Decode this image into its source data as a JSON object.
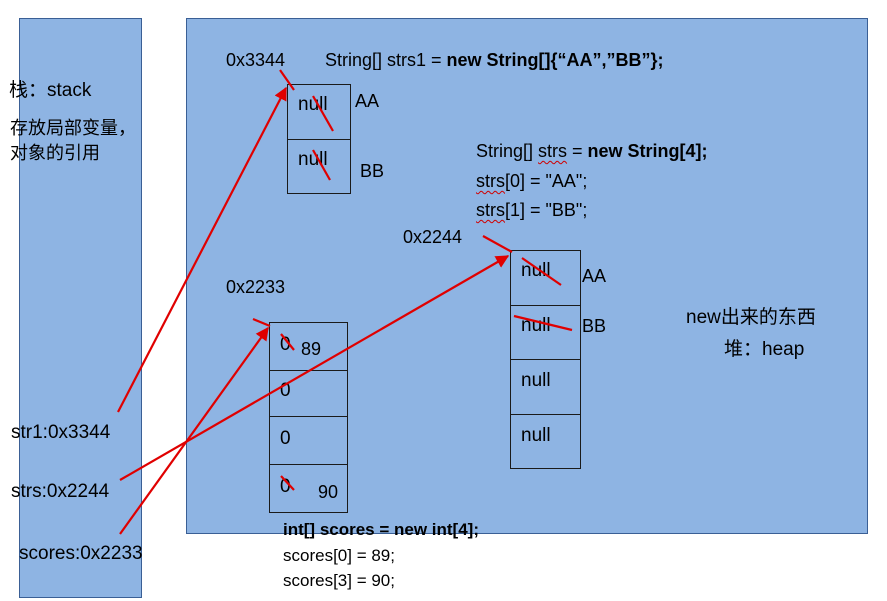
{
  "stack": {
    "title_cn": "栈：",
    "title_en": "stack",
    "desc_line1": "存放局部变量，",
    "desc_line2": "对象的引用",
    "vars": [
      "str1:0x3344",
      "strs:0x2244",
      "scores:0x2233"
    ]
  },
  "heap": {
    "label_line1": "new出来的东西",
    "label_cn": "堆：",
    "label_en": "heap"
  },
  "strs1_block": {
    "address": "0x3344",
    "code_prefix": "String[] strs1 = ",
    "code_bold": "new String[]{“AA”,”BB”};",
    "cells": [
      "null",
      "null"
    ],
    "new_values": [
      "AA",
      "BB"
    ]
  },
  "strs_block": {
    "address": "0x2244",
    "code": [
      {
        "pre": "String[] ",
        "var": "strs",
        "post": " = ",
        "bold": "new String[4];"
      },
      {
        "pre": "",
        "var": "strs",
        "post": "[0] = \"AA\";",
        "bold": ""
      },
      {
        "pre": "",
        "var": "strs",
        "post": "[1] = \"BB\";",
        "bold": ""
      }
    ],
    "cells": [
      "null",
      "null",
      "null",
      "null"
    ],
    "new_values": [
      "AA",
      "BB"
    ]
  },
  "scores_block": {
    "address": "0x2233",
    "code": [
      "int[] scores = new int[4];",
      "scores[0] = 89;",
      "scores[3] = 90;"
    ],
    "cells": [
      "0",
      "0",
      "0",
      "0"
    ],
    "new_values": [
      "89",
      "90"
    ]
  },
  "colors": {
    "panel_fill": "#8eb4e3",
    "panel_border": "#3a5f95",
    "arrow": "#e00000"
  }
}
